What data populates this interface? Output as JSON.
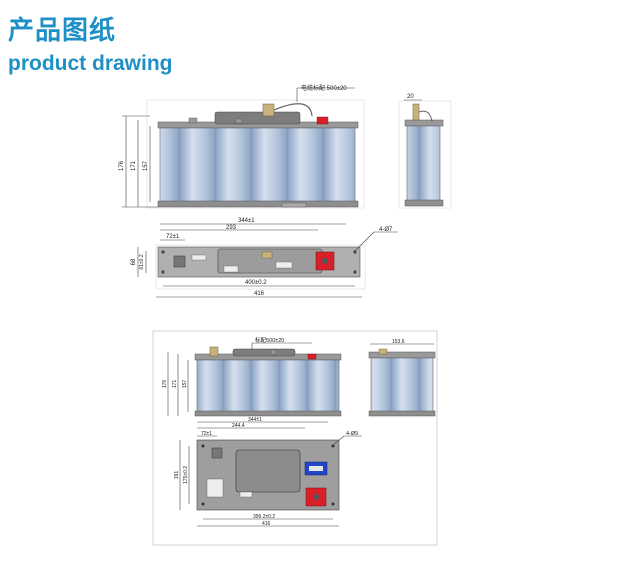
{
  "header": {
    "title_cn": "产品图纸",
    "title_en": "product drawing"
  },
  "drawing1": {
    "cable_label": "电缆标配 500±20",
    "h176": "176",
    "h171": "171",
    "h157": "157",
    "side_width": "20",
    "w344": "344±1",
    "w293": "293",
    "w72": "72±1",
    "holes": "4-Ø7",
    "h68": "68",
    "h61": "61±0.2",
    "w400": "400±0.2",
    "w416": "416"
  },
  "drawing2": {
    "cable_label": "标配500±20",
    "h176": "176",
    "h171": "171",
    "h157": "157",
    "side_width": "153.6",
    "w344": "344±1",
    "w244": "244.4",
    "w72": "72±1",
    "holes": "4-Ø9",
    "h191": "191",
    "h175": "175±0.2",
    "w399": "399.2±0.2",
    "w416": "416"
  },
  "colors": {
    "brand": "#1f8fc6",
    "cell": "#b4c6de",
    "tray": "#8e8e8e",
    "terminal_red": "#d9202a",
    "terminal_blue": "#2145c4"
  }
}
